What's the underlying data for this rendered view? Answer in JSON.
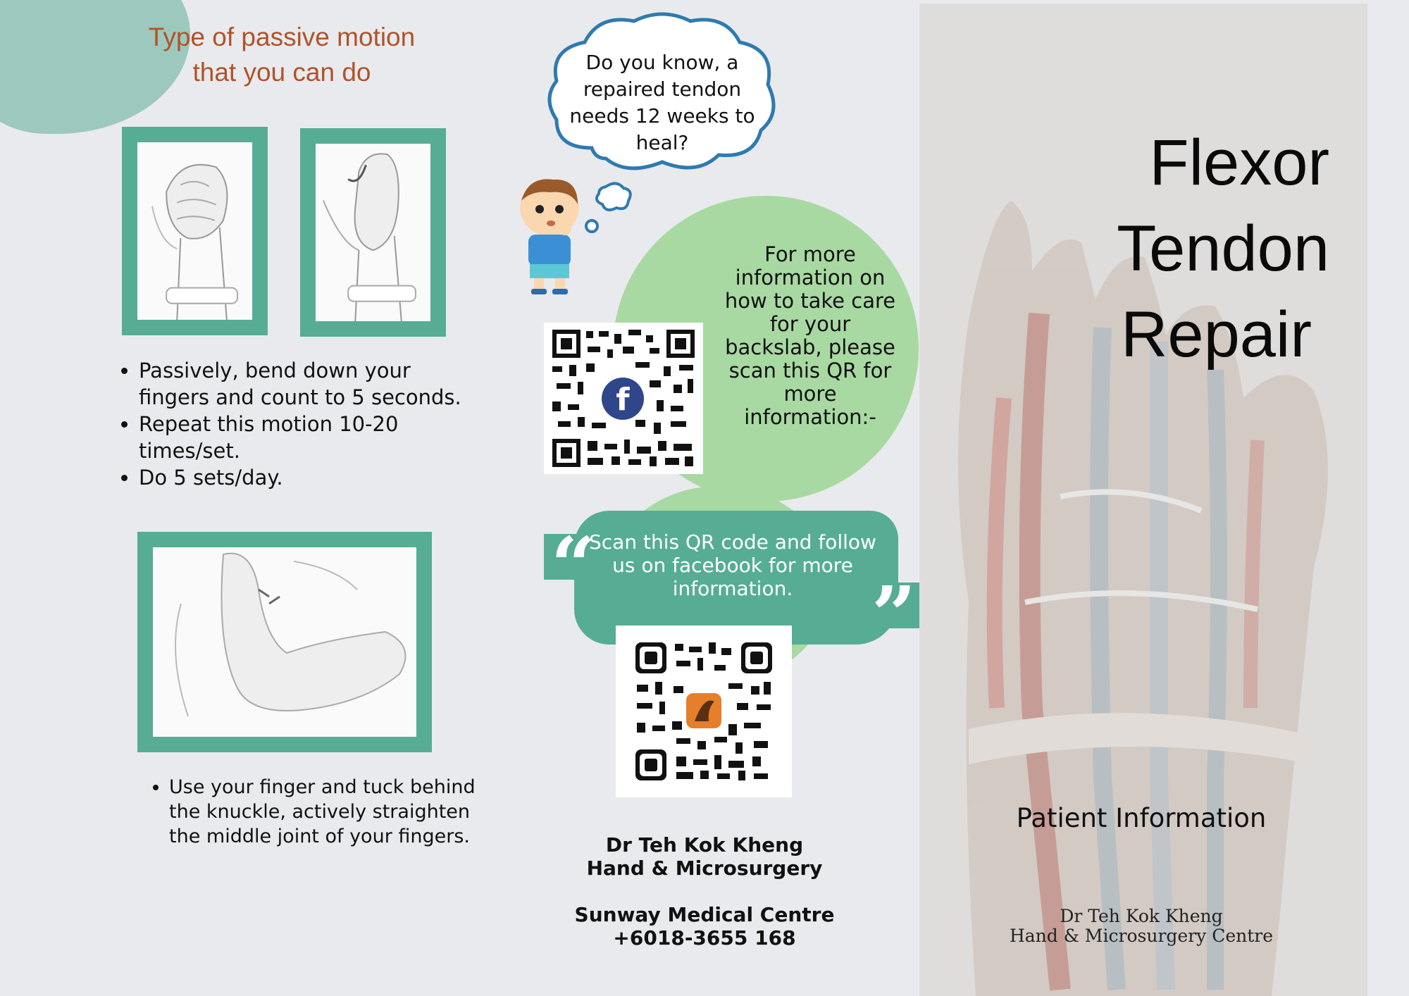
{
  "left_panel": {
    "heading_line1": "Type of passive motion",
    "heading_line2": "that you can do",
    "bullets_top": [
      "Passively, bend down your fingers and count to 5 seconds.",
      "Repeat this motion 10-20 times/set.",
      "Do 5 sets/day."
    ],
    "bullets_bottom": [
      "Use your finger and tuck behind the knuckle, actively straighten the middle joint of your fingers."
    ],
    "accent_color": "#56ad94",
    "heading_color": "#b0532a"
  },
  "middle_panel": {
    "thought_bubble": "Do you know, a repaired tendon needs 12 weeks to heal?",
    "info_text": "For more information on how to take care for your backslab, please scan this QR for more information:-",
    "quote_text": "Scan this QR code and follow us on facebook for more information.",
    "contact": {
      "doctor": "Dr Teh Kok Kheng",
      "specialty": "Hand & Microsurgery",
      "hospital": "Sunway Medical Centre",
      "phone": "+6018-3655 168"
    },
    "qr_icons": [
      "facebook-icon",
      "clinic-logo-icon"
    ],
    "green_color": "#a8d9a2"
  },
  "right_panel": {
    "title_lines": [
      "Flexor",
      "Tendon",
      "Repair"
    ],
    "subtitle": "Patient Information",
    "footer_line1": "Dr Teh Kok Kheng",
    "footer_line2": "Hand & Microsurgery Centre"
  }
}
